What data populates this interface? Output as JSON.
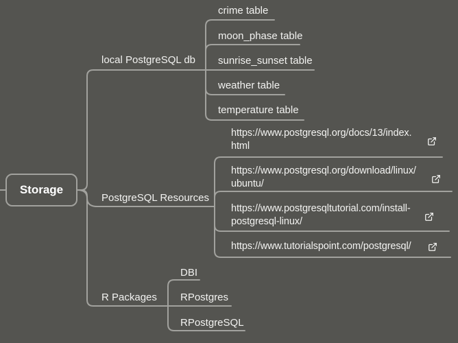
{
  "colors": {
    "background": "#545450",
    "line": "#a2a29e",
    "text": "#f2f2f0"
  },
  "root": {
    "label": "Storage"
  },
  "branches": [
    {
      "label": "local PostgreSQL db",
      "children": [
        {
          "label": "crime table"
        },
        {
          "label": "moon_phase table"
        },
        {
          "label": "sunrise_sunset table"
        },
        {
          "label": "weather table"
        },
        {
          "label": "temperature table"
        }
      ]
    },
    {
      "label": "PostgreSQL Resources",
      "children": [
        {
          "url": "https://www.postgresql.org/docs/13/index.html",
          "lines": [
            "https://www.postgresql.org/docs/13/index.",
            "html"
          ],
          "icon": "external-link"
        },
        {
          "url": "https://www.postgresql.org/download/linux/ubuntu/",
          "lines": [
            "https://www.postgresql.org/download/linux/",
            "ubuntu/"
          ],
          "icon": "external-link"
        },
        {
          "url": "https://www.postgresqltutorial.com/install-postgresql-linux/",
          "lines": [
            "https://www.postgresqltutorial.com/install-",
            "postgresql-linux/"
          ],
          "icon": "external-link"
        },
        {
          "url": "https://www.tutorialspoint.com/postgresql/",
          "lines": [
            "https://www.tutorialspoint.com/postgresql/"
          ],
          "icon": "external-link"
        }
      ]
    },
    {
      "label": "R Packages",
      "children": [
        {
          "label": "DBI"
        },
        {
          "label": "RPostgres"
        },
        {
          "label": "RPostgreSQL"
        }
      ]
    }
  ]
}
